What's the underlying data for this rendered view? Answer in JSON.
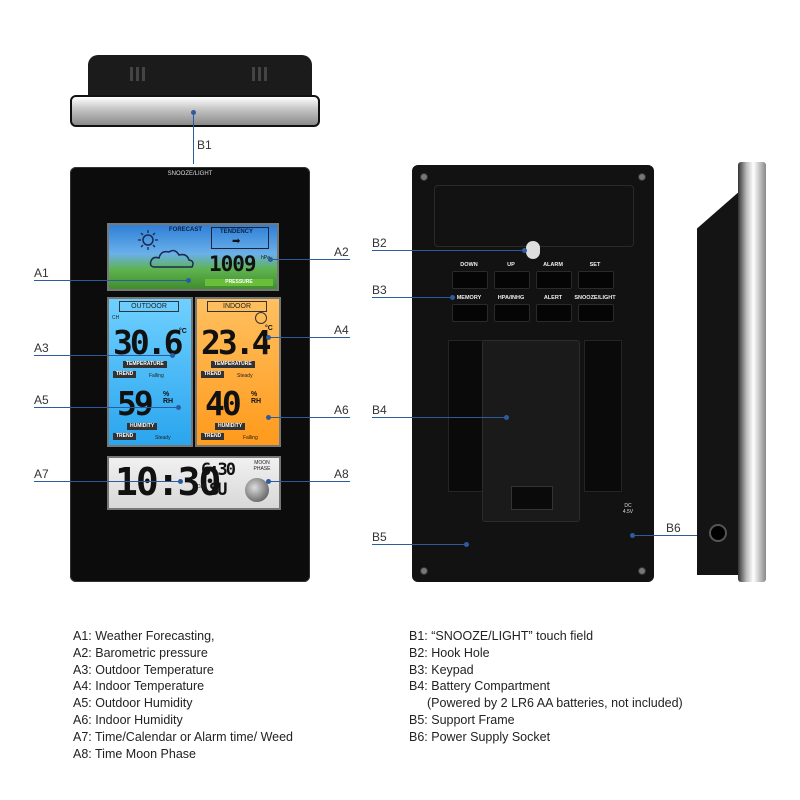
{
  "callouts": {
    "B1": "B1",
    "A1": "A1",
    "A2": "A2",
    "A3": "A3",
    "A4": "A4",
    "A5": "A5",
    "A6": "A6",
    "A7": "A7",
    "A8": "A8",
    "B2": "B2",
    "B3": "B3",
    "B4": "B4",
    "B5": "B5",
    "B6": "B6"
  },
  "front": {
    "snooze": "SNOOZE/LIGHT",
    "forecast": "FORECAST",
    "tendency": "TENDENCY",
    "pressure_value": "1009",
    "pressure_unit": "hPa",
    "pressure_label": "PRESSURE",
    "outdoor_title": "OUTDOOR",
    "indoor_title": "INDOOR",
    "ch": "CH",
    "outdoor_temp": "30.6",
    "indoor_temp": "23.4",
    "temp_unit": "°C",
    "temperature_label": "TEMPERATURE",
    "trend": "TREND",
    "falling": "Falling",
    "outdoor_hum": "59",
    "indoor_hum": "40",
    "hum_unit": "% RH",
    "humidity_label": "HUMIDITY",
    "steady": "Steady",
    "clock_time": "10:30",
    "small_time": "6:30",
    "day_label": "DAY",
    "day_value": "SU",
    "moon_phase": "MOON PHASE"
  },
  "back": {
    "keys_row1": [
      "DOWN",
      "UP",
      "ALARM",
      "SET"
    ],
    "keys_row2": [
      "MEMORY",
      "HPA/INHG",
      "ALERT",
      "SNOOZE/LIGHT"
    ],
    "dc": "DC 4.5V"
  },
  "legend_left": [
    "A1: Weather Forecasting,",
    "A2: Barometric pressure",
    "A3: Outdoor Temperature",
    "A4: Indoor Temperature",
    "A5: Outdoor Humidity",
    "A6: Indoor Humidity",
    "A7: Time/Calendar or Alarm time/ Weed",
    "A8: Time Moon Phase"
  ],
  "legend_right": [
    "B1: “SNOOZE/LIGHT” touch field",
    "B2: Hook Hole",
    "B3: Keypad",
    "B4: Battery Compartment",
    "(Powered by 2 LR6 AA batteries, not included)",
    "B5: Support Frame",
    "B6: Power Supply Socket"
  ],
  "colors": {
    "callout_line": "#2d5c9e",
    "outdoor": "#2aa5ee",
    "indoor": "#ff9a1c"
  }
}
